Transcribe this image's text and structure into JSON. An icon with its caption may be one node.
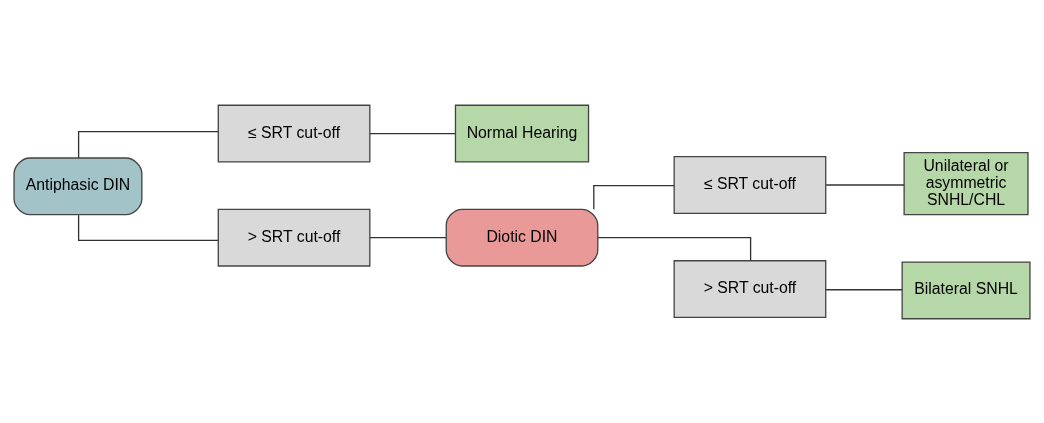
{
  "diagram": {
    "nodes": [
      {
        "text": [
          "Antiphasic DIN"
        ]
      },
      {
        "text": [
          "≤ SRT cut-off"
        ]
      },
      {
        "text": [
          "Normal Hearing"
        ]
      },
      {
        "text": [
          "> SRT cut-off"
        ]
      },
      {
        "text": [
          "Diotic DIN"
        ]
      },
      {
        "text": [
          "≤ SRT cut-off"
        ]
      },
      {
        "text": [
          "Unilateral or asymmetric SNHL/CHL"
        ]
      },
      {
        "text": [
          "> SRT cut-off"
        ]
      },
      {
        "text": [
          "Bilateral SNHL"
        ]
      }
    ],
    "edges": [
      {
        "from": 0,
        "to": 1,
        "arrow": "none"
      },
      {
        "from": 0,
        "to": 3,
        "arrow": "none"
      },
      {
        "from": 1,
        "to": 2,
        "arrow": "none"
      },
      {
        "from": 3,
        "to": 4,
        "arrow": "none"
      },
      {
        "from": 4,
        "to": 5,
        "arrow": "none"
      },
      {
        "from": 4,
        "to": 7,
        "arrow": "none"
      },
      {
        "from": 5,
        "to": 6,
        "arrow": "none"
      },
      {
        "from": 7,
        "to": 8,
        "arrow": "none"
      }
    ]
  }
}
